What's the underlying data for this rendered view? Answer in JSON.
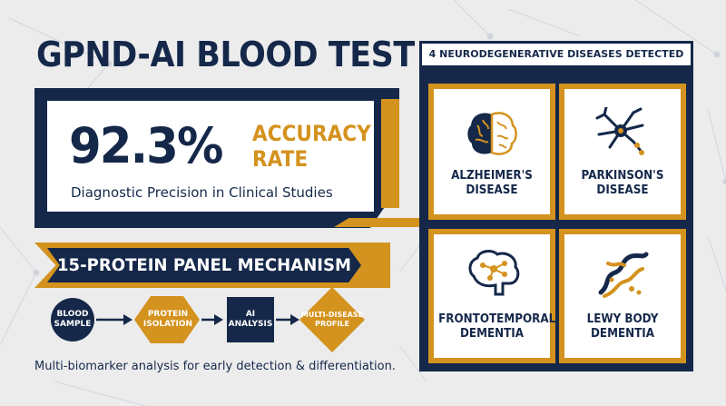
{
  "title": "GPND-AI BLOOD TEST",
  "accuracy": {
    "value": "92.3%",
    "label_line1": "ACCURACY",
    "label_line2": "RATE",
    "subtitle": "Diagnostic Precision in Clinical Studies"
  },
  "panel": {
    "banner": "15-PROTEIN PANEL MECHANISM",
    "steps": [
      {
        "line1": "BLOOD",
        "line2": "SAMPLE",
        "shape": "circle"
      },
      {
        "line1": "PROTEIN",
        "line2": "ISOLATION",
        "shape": "hexagon"
      },
      {
        "line1": "AI",
        "line2": "ANALYSIS",
        "shape": "square"
      },
      {
        "line1": "MULTI-DISEASE",
        "line2": "PROFILE",
        "shape": "diamond"
      }
    ],
    "footnote": "Multi-biomarker analysis for early detection & differentiation."
  },
  "diseases": {
    "header": "4 NEURODEGENERATIVE DISEASES DETECTED",
    "items": [
      {
        "line1": "ALZHEIMER'S",
        "line2": "DISEASE",
        "icon": "brain-icon"
      },
      {
        "line1": "PARKINSON'S",
        "line2": "DISEASE",
        "icon": "neuron-icon"
      },
      {
        "line1": "FRONTOTEMPORAL",
        "line2": "DEMENTIA",
        "icon": "brain-network-icon"
      },
      {
        "line1": "LEWY BODY",
        "line2": "DEMENTIA",
        "icon": "protein-strand-icon"
      }
    ]
  },
  "colors": {
    "navy": "#15284a",
    "gold": "#d4921e",
    "background": "#ececed"
  }
}
